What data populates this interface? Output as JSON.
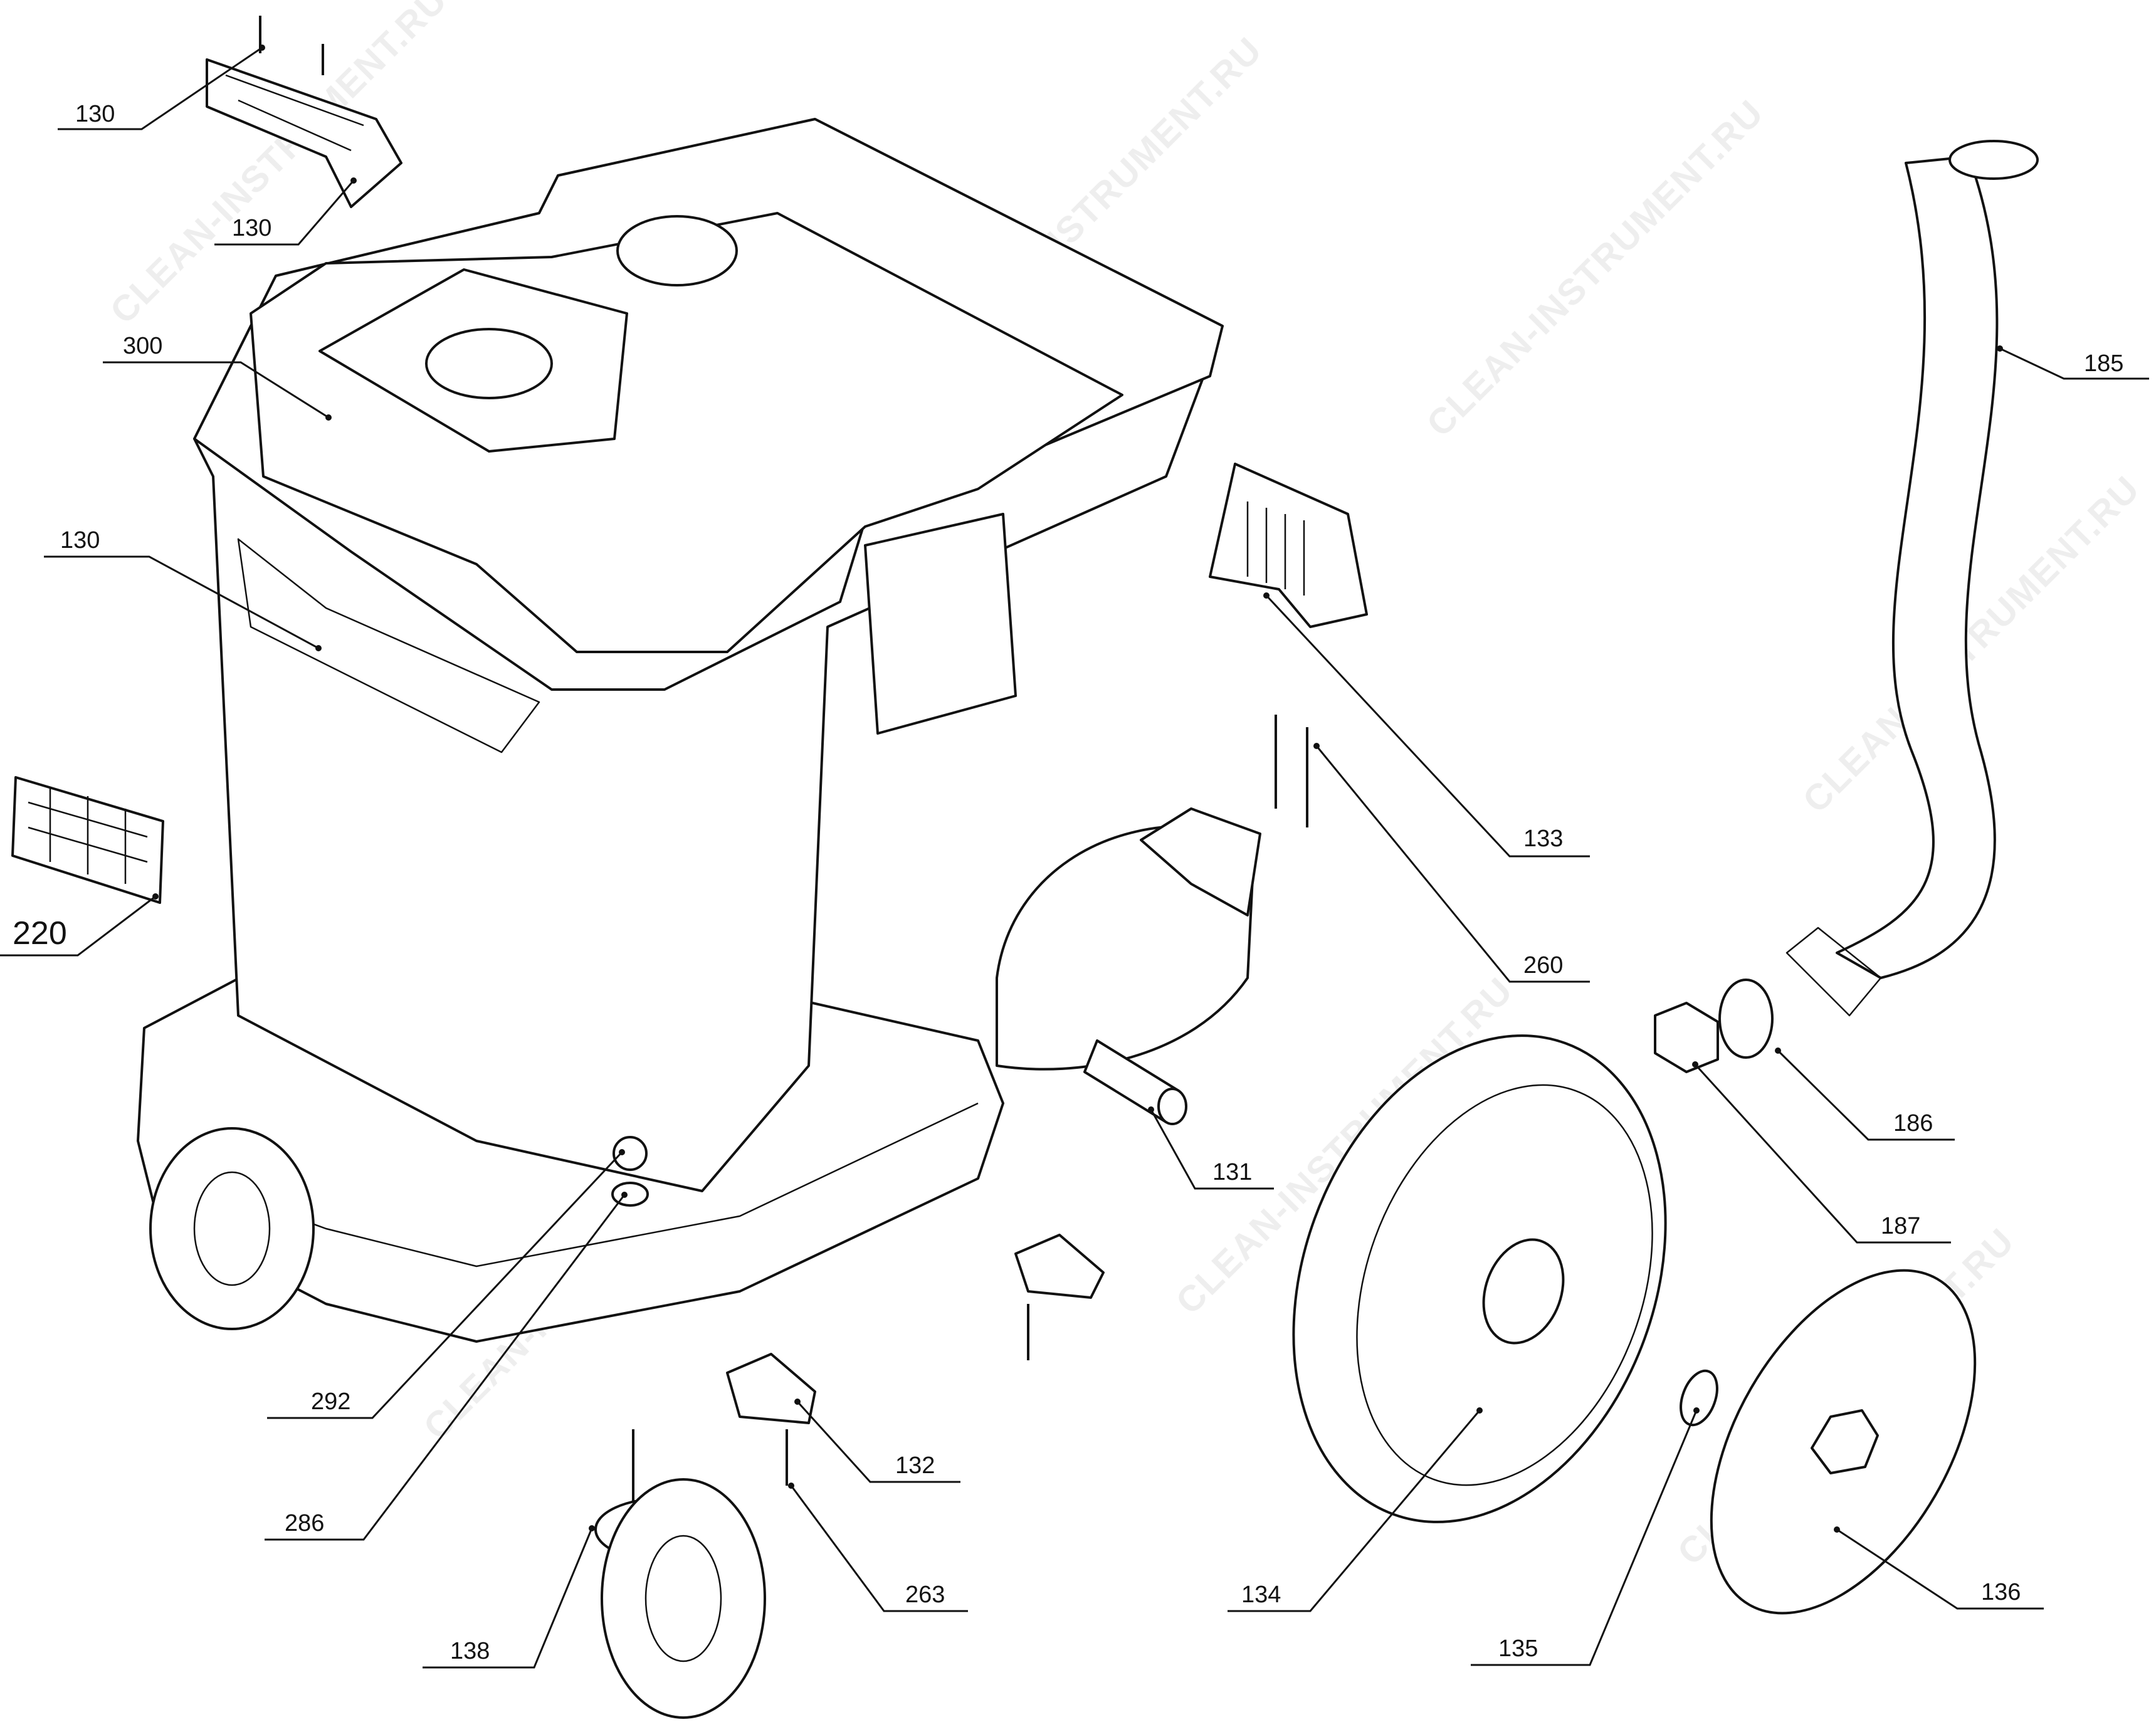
{
  "watermark": "CLEAN-INSTRUMENT.RU",
  "labels": {
    "c130_top": "130",
    "c130_mid": "130",
    "c300": "300",
    "c130_front": "130",
    "c220": "220",
    "c185": "185",
    "c133": "133",
    "c260": "260",
    "c186": "186",
    "c131": "131",
    "c187": "187",
    "c292": "292",
    "c286": "286",
    "c132": "132",
    "c263": "263",
    "c138": "138",
    "c134": "134",
    "c135": "135",
    "c136": "136"
  }
}
